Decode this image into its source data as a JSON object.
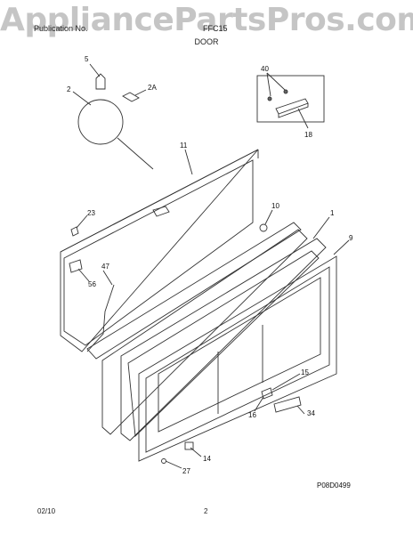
{
  "watermark": "AppliancePartsPros.com",
  "header": {
    "left": "Publication No.",
    "right": "FFC15",
    "section": "DOOR"
  },
  "labels": {
    "l5": "5",
    "l2": "2",
    "l2a": "2A",
    "l40": "40",
    "l18": "18",
    "l11": "11",
    "l10": "10",
    "l1": "1",
    "l9": "9",
    "l23": "23",
    "l47": "47",
    "l56": "56",
    "l15": "15",
    "l16": "16",
    "l34": "34",
    "l14": "14",
    "l27": "27"
  },
  "diagram_code": "P08D0499",
  "footer": {
    "date": "02/10",
    "page": "2"
  }
}
